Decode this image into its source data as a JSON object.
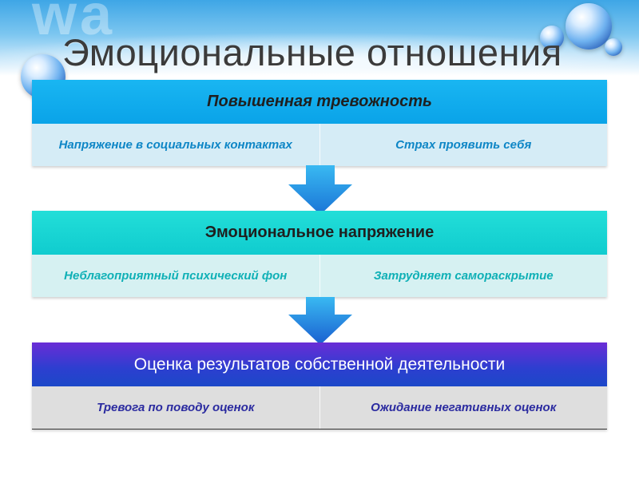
{
  "background": {
    "watermark": "wa",
    "accent_color": "#3ea6e6"
  },
  "title": "Эмоциональные отношения",
  "blocks": [
    {
      "heading": "Повышенная тревожность",
      "head_color": "#0aa3e8",
      "cells": [
        "Напряжение в социальных контактах",
        "Страх проявить себя"
      ]
    },
    {
      "heading": "Эмоциональное напряжение",
      "head_color": "#10cccf",
      "cells": [
        "Неблагоприятный психический фон",
        "Затрудняет самораскрытие"
      ]
    },
    {
      "heading": "Оценка результатов собственной деятельности",
      "head_color": "#2c3fd0",
      "cells": [
        "Тревога по поводу оценок",
        "Ожидание негативных оценок"
      ]
    }
  ],
  "connectors": {
    "icon": "down-arrow-icon",
    "color": "#1d7fd8"
  }
}
